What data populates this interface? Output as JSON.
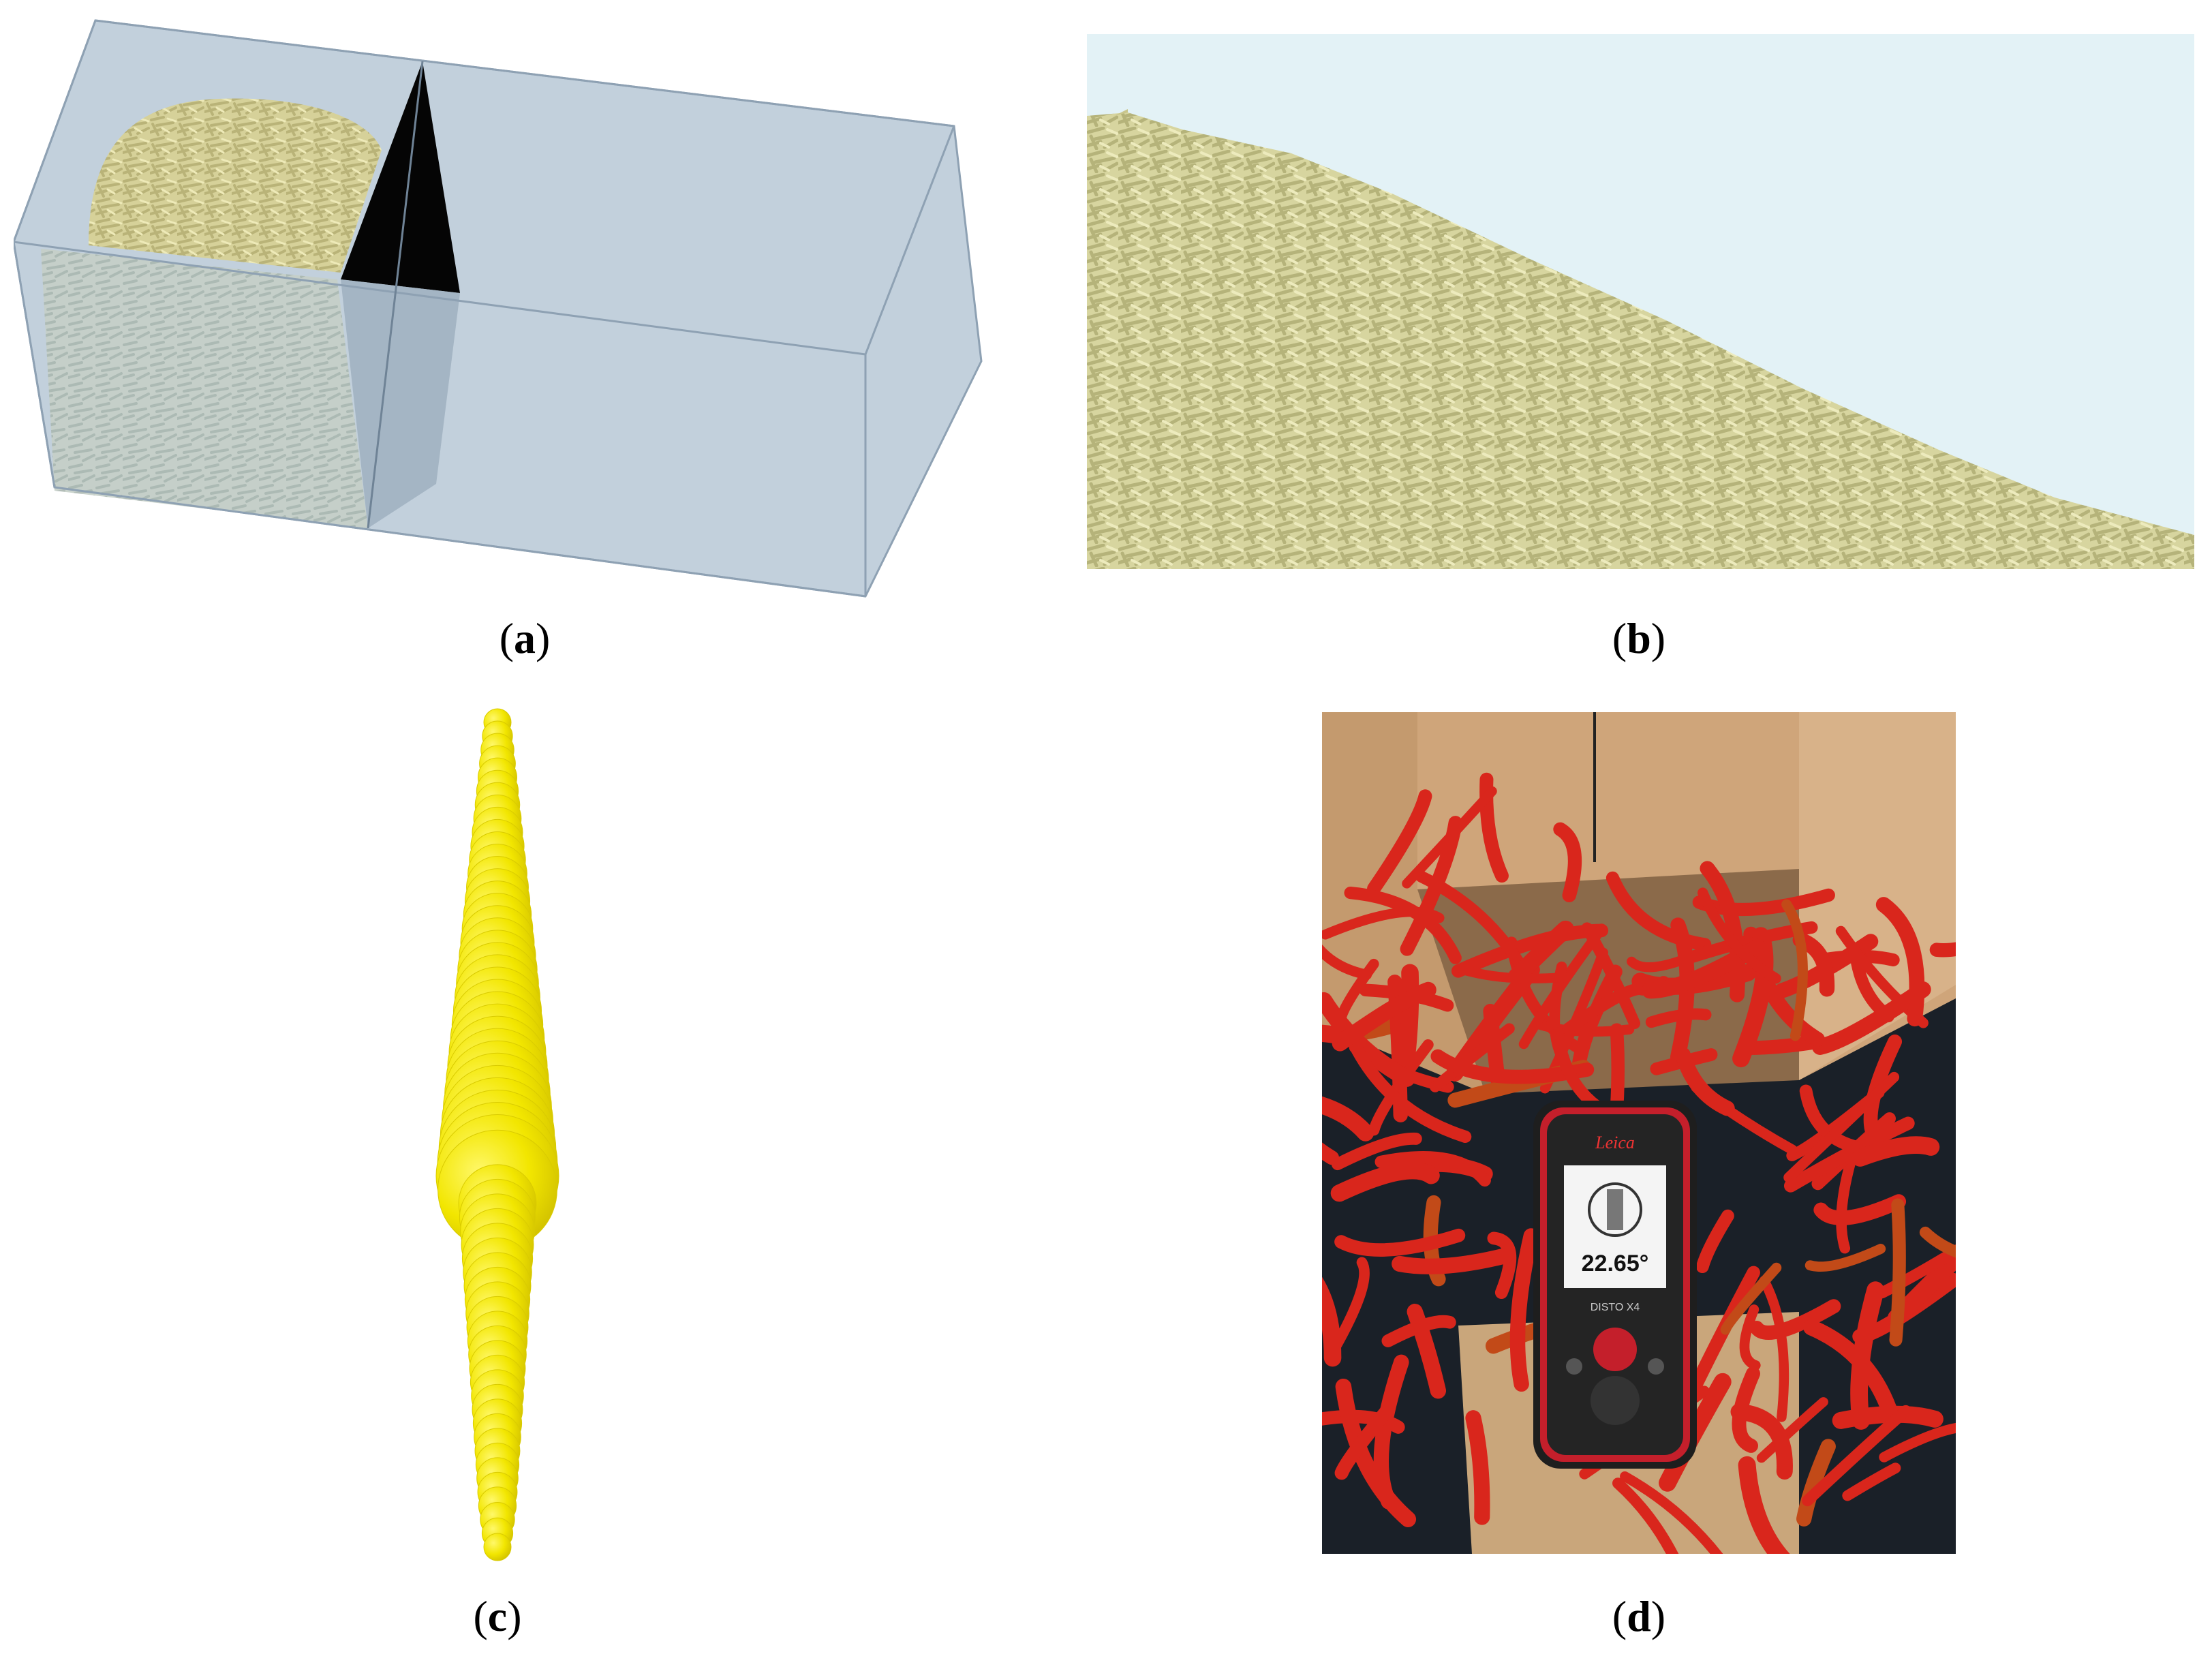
{
  "figure": {
    "panels": [
      {
        "id": "a",
        "caption_open": "(",
        "caption_letter": "a",
        "caption_close": ")",
        "description_icon": "simulation-box-icon"
      },
      {
        "id": "b",
        "caption_open": "(",
        "caption_letter": "b",
        "caption_close": ")",
        "description_icon": "pile-profile-icon"
      },
      {
        "id": "c",
        "caption_open": "(",
        "caption_letter": "c",
        "caption_close": ")",
        "description_icon": "sphere-chain-icon"
      },
      {
        "id": "d",
        "caption_open": "(",
        "caption_letter": "d",
        "caption_close": ")",
        "description_icon": "photo-icon"
      }
    ],
    "device": {
      "brand": "Leica",
      "model": "DISTO X4",
      "reading": "22.65°"
    },
    "colors": {
      "box": "#b7c7d6",
      "box_edge": "#8ea1b3",
      "particles": "#d8d39c",
      "particles_dark": "#bdb77c",
      "sky": "#e3f2f6",
      "sphere": "#f2e600",
      "chili": "#d9261c",
      "cardboard": "#c9a67b",
      "device_red": "#c41f2b"
    }
  }
}
